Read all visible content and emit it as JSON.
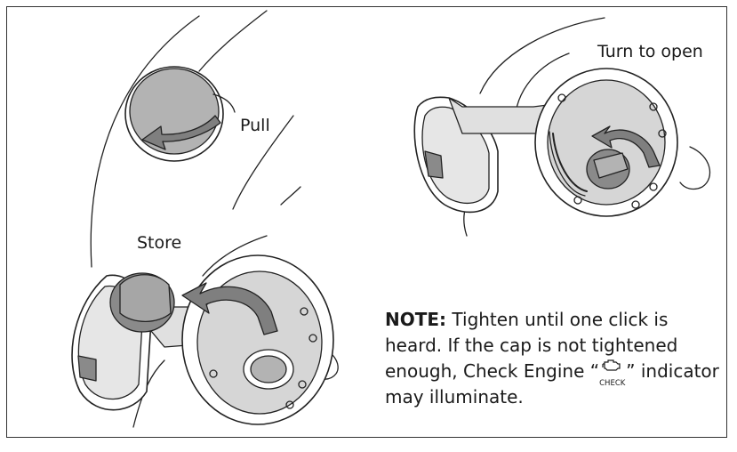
{
  "labels": {
    "pull": "Pull",
    "store": "Store",
    "turn_to_open": "Turn to open"
  },
  "note": {
    "prefix": "NOTE:",
    "text_before_icon": " Tighten until one click is heard. If the cap is not tightened enough, Check Engine “",
    "icon_label": "CHECK",
    "text_after_icon": "” indicator may illuminate."
  },
  "colors": {
    "fill_light": "#e0e0e0",
    "fill_mid": "#b3b3b3",
    "fill_dark": "#8a8a8a",
    "arrow": "#7f7f7f",
    "line": "#222222"
  },
  "icons": {
    "check_engine": "engine-icon"
  }
}
